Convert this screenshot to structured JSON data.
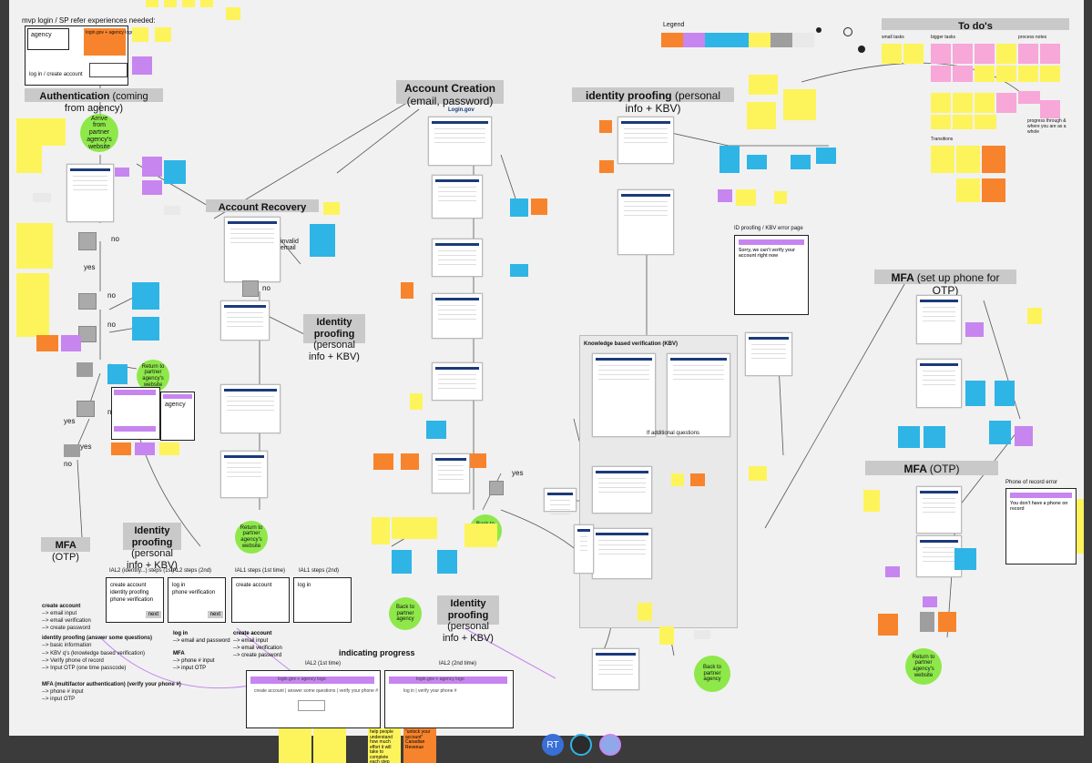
{
  "sections": {
    "mvp_login": "mvp login / SP refer experiences needed:",
    "agency": "agency",
    "login_gov_agency_logo": "login.gov + agency logo",
    "authentication": "Authentication",
    "authentication_suffix": "(coming from agency)",
    "account_creation": "Account Creation",
    "account_creation_suffix": "(email, password)",
    "identity_proofing_kbv": "identity proofing",
    "identity_proofing_kbv_suffix": "(personal info + KBV)",
    "account_recovery": "Account Recovery",
    "legend": "Legend",
    "todos": "To do's",
    "mfa_setup": "MFA",
    "mfa_setup_suffix": "(set up phone for OTP)",
    "mfa_otp": "MFA",
    "mfa_otp_suffix": "(OTP)",
    "kbv_section": "Knowledge based verification (KBV)",
    "kbv_error_page": "ID proofing / KBV error page",
    "phone_error": "Phone of record error",
    "indicating_progress": "indicating progress"
  },
  "labels": {
    "log_in_create": "log in / create account",
    "arrive_partner": "Arrive from partner agency's website",
    "return_partner": "Return to partner agency's website",
    "back_partner": "Back to partner agency",
    "invalid_email": "invalid email",
    "yes": "yes",
    "no": "no",
    "identity_proofing": "Identity proofing",
    "personal_info_kbv": "(personal info + KBV)",
    "if_additional": "If additional questions",
    "mfa": "MFA",
    "otp": "(OTP)",
    "login_gov": "Login.gov",
    "small_tasks": "small tasks",
    "bigger_tasks": "bigger tasks",
    "process_notes": "process notes",
    "transitions": "Transitions",
    "progress_through": "progress through & where you are as a whole",
    "you_dont_have_phone": "You don't have a phone on record",
    "unlock_account": "\"unlock your account\" Canadian Revenue",
    "help_people": "help people understand how much effort it will take to complete each step",
    "sorry_verify": "Sorry, we can't verify your account right now"
  },
  "steps": {
    "ial2_first_title": "IAL2 (identity...) steps (1st)",
    "ial2_first_items": [
      "create account",
      "identity proofing",
      "phone verification"
    ],
    "ial2_second_title": "IAL2 steps (2nd)",
    "ial2_second_items": [
      "log in",
      "phone verification"
    ],
    "ial1_first_title": "IAL1 steps (1st time)",
    "ial1_first_items": [
      "create account"
    ],
    "ial1_second_title": "IAL1 steps (2nd)",
    "ial1_second_items": [
      "log in"
    ],
    "next": "next"
  },
  "create_account_text": {
    "title": "create account",
    "lines": [
      "--> email input",
      "--> email verification",
      "--> create password"
    ]
  },
  "identity_text": {
    "title": "identity proofing (answer some questions)",
    "lines": [
      "--> basic information",
      "--> KBV q's (knowledge based verification)",
      "--> Verify phone of record",
      "--> Input OTP (one time passcode)"
    ]
  },
  "mfa_text": {
    "title": "MFA (multifactor authentication) (verify your phone #)",
    "lines": [
      "--> phone # input",
      "--> input OTP"
    ]
  },
  "login_text": {
    "title": "log in",
    "lines": [
      "--> email and password"
    ]
  },
  "mfa_text2": {
    "title": "MFA",
    "lines": [
      "--> phone # input",
      "--> input OTP"
    ]
  },
  "create_text2": {
    "title": "create account",
    "lines": [
      "--> email input",
      "--> email verification",
      "--> create password"
    ]
  },
  "progress": {
    "ial2_first": "IAL2 (1st time)",
    "ial2_second": "IAL2 (2nd time)",
    "header": "login.gov + agency logo",
    "row1": "create account | answer some questions | verify your phone #",
    "row2": "log in | verify your phone #"
  },
  "avatars": {
    "initials": "RT"
  },
  "colors": {
    "board": "#f1f1f1",
    "yellow": "#fdf45b",
    "orange": "#f7842c",
    "purple": "#c785f0",
    "blue": "#2fb4e6",
    "green": "#8ee84a",
    "grey": "#c9c9c9"
  }
}
